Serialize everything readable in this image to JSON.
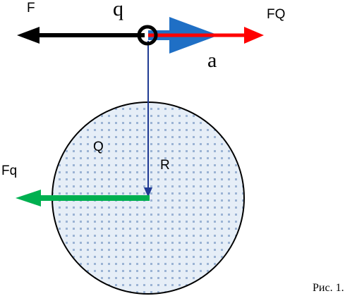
{
  "diagram": {
    "labels": {
      "force_F": "F",
      "charge_q": "q",
      "force_FQ": "FQ",
      "acceleration_a": "a",
      "charge_Q": "Q",
      "radius_R": "R",
      "force_Fq": "Fq"
    },
    "caption": "Рис. 1.",
    "colors": {
      "force_F": "#000000",
      "acceleration_a": "#1f6fc5",
      "force_FQ": "#ff0000",
      "force_Fq": "#00b050",
      "radius_R": "#1f3a93",
      "sphere_fill": "#e6eef7",
      "sphere_dots": "#9bb3d4",
      "sphere_outline": "#000000"
    },
    "icons": {
      "charge_q": "point-charge-icon",
      "sphere": "charged-sphere-icon"
    }
  }
}
